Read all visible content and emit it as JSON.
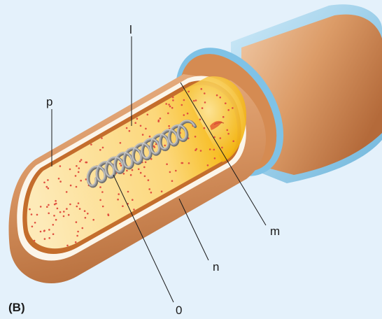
{
  "figure": {
    "panel_label": "(B)",
    "labels": {
      "l": "l",
      "p": "p",
      "m": "m",
      "n": "n",
      "o": "0"
    }
  },
  "colors": {
    "background": "#e4f1fb",
    "capsule": "#d99a6c",
    "capsule_shadow": "#b86a3e",
    "outer_layer": "#9fd2ec",
    "wall_band": "#fbf5ea",
    "membrane": "#c46d2c",
    "cytoplasm": "#fde29a",
    "cytoplasm_back": "#f6b800",
    "ribosome": "#e05040",
    "dna": "#9a9a9a",
    "leader": "#1a1a1a"
  },
  "icons": {
    "ribosomes": "dot-icon",
    "nucleoid": "coiled-dna-icon",
    "inclusion": "granule-icon"
  }
}
